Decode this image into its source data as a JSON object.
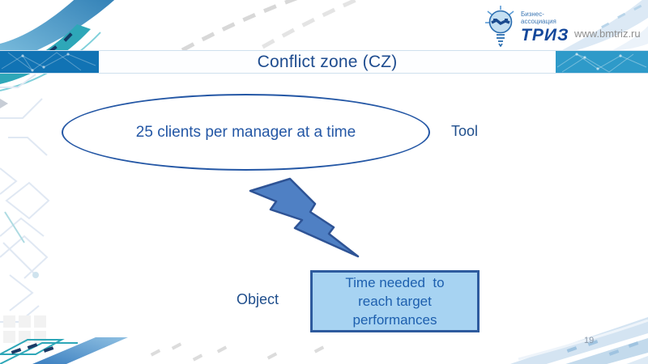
{
  "header": {
    "title": "Conflict zone (CZ)",
    "logo": {
      "org_line1": "Бизнес-",
      "org_line2": "ассоциация",
      "brand": "ТРИЗ",
      "website": "www.bmtriz.ru"
    }
  },
  "diagram": {
    "tool_label": "Tool",
    "tool_text": "25 clients per manager at a time",
    "object_label": "Object",
    "object_lines": [
      "Time needed  to",
      "reach target",
      "performances"
    ],
    "conflict_icon": "lightning-bolt"
  },
  "footer": {
    "page_number": "19"
  },
  "colors": {
    "title_text": "#1E4C8F",
    "header_left_block": "#1173B4",
    "header_right_block": "#2E9AC9",
    "ellipse_stroke": "#2457A5",
    "bolt_fill": "#4F80C4",
    "bolt_stroke": "#2E5395",
    "object_box_fill": "#A7D3F2",
    "object_box_stroke": "#2E5B9E",
    "accent_teal": "#2EA7B8",
    "road_blue": "#3B7FC0",
    "light_road": "#CFE2F1",
    "website_text": "#8F8F8F"
  }
}
